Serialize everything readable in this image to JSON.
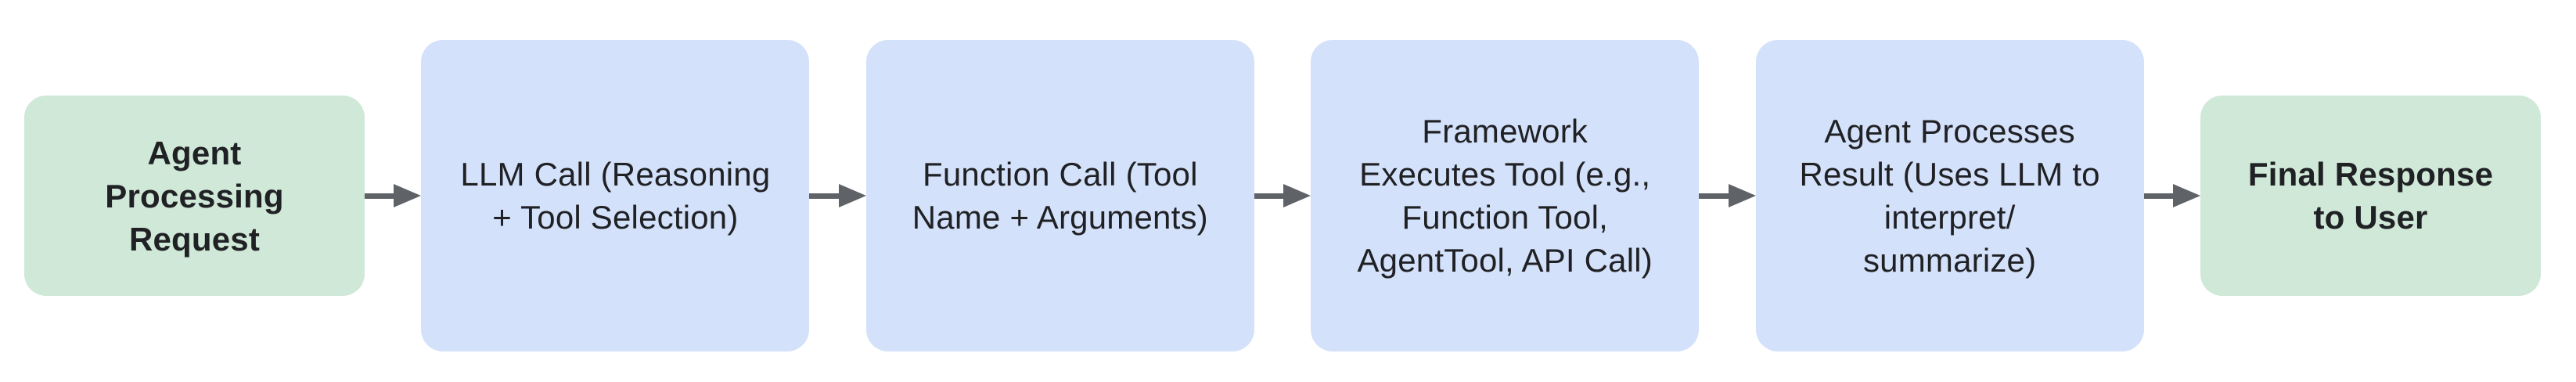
{
  "flowchart": {
    "colors": {
      "node_start_end": "#CFE8D7",
      "node_process": "#D4E1FA",
      "text": "#202124",
      "arrow": "#5F6368",
      "background": "#FFFFFF"
    },
    "nodes": [
      {
        "id": "agent-processing-request",
        "kind": "terminal",
        "label": "Agent\nProcessing\nRequest"
      },
      {
        "id": "llm-call",
        "kind": "process",
        "label": "LLM Call (Reasoning\n+ Tool Selection)"
      },
      {
        "id": "function-call",
        "kind": "process",
        "label": "Function Call (Tool\nName + Arguments)"
      },
      {
        "id": "framework-executes-tool",
        "kind": "process",
        "label": "Framework\nExecutes Tool (e.g.,\nFunction Tool,\nAgentTool, API Call)"
      },
      {
        "id": "agent-processes-result",
        "kind": "process",
        "label": "Agent Processes\nResult (Uses LLM to\ninterpret/\nsummarize)"
      },
      {
        "id": "final-response-to-user",
        "kind": "terminal",
        "label": "Final Response\nto User"
      }
    ],
    "edges": [
      {
        "from": "agent-processing-request",
        "to": "llm-call"
      },
      {
        "from": "llm-call",
        "to": "function-call"
      },
      {
        "from": "function-call",
        "to": "framework-executes-tool"
      },
      {
        "from": "framework-executes-tool",
        "to": "agent-processes-result"
      },
      {
        "from": "agent-processes-result",
        "to": "final-response-to-user"
      }
    ]
  }
}
